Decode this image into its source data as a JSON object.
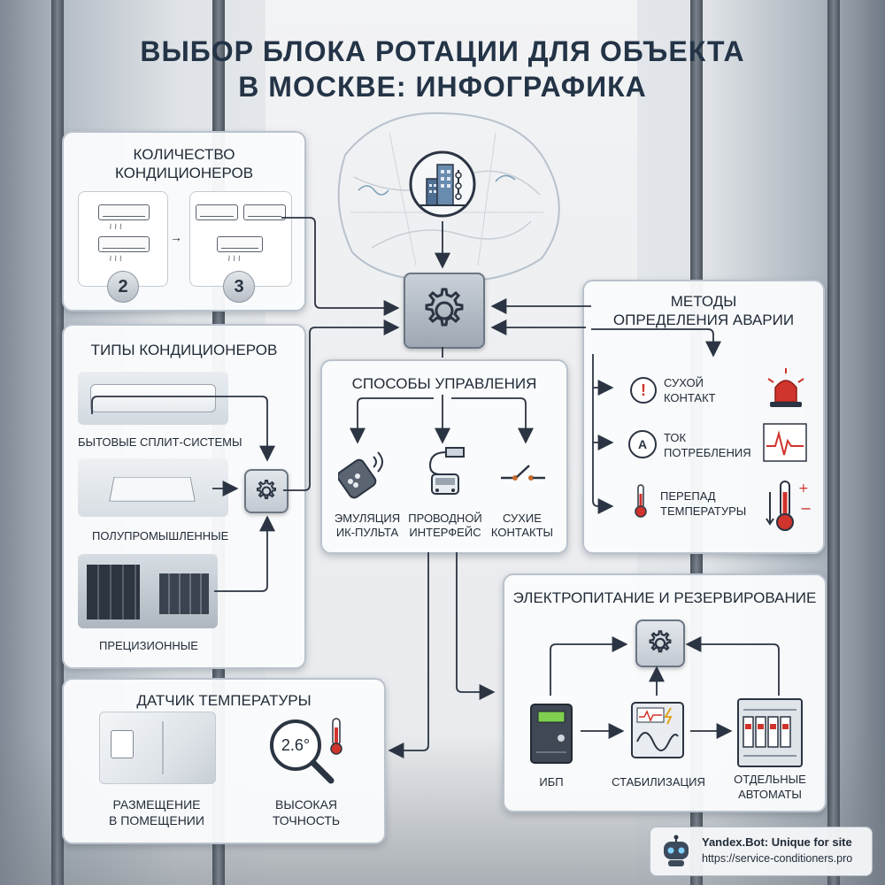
{
  "title": {
    "line1": "ВЫБОР БЛОКА РОТАЦИИ ДЛЯ ОБЪЕКТА",
    "line2": "В МОСКВЕ: ИНФОГРАФИКА"
  },
  "count_card": {
    "title_line1": "КОЛИЧЕСТВО",
    "title_line2": "КОНДИЦИОНЕРОВ",
    "badge_a": "2",
    "badge_b": "3"
  },
  "types_card": {
    "title": "ТИПЫ КОНДИЦИОНЕРОВ",
    "items": [
      {
        "label": "БЫТОВЫЕ СПЛИТ-СИСТЕМЫ"
      },
      {
        "label": "ПОЛУПРОМЫШЛЕННЫЕ"
      },
      {
        "label": "ПРЕЦИЗИОННЫЕ"
      }
    ]
  },
  "control_card": {
    "title": "СПОСОБЫ УПРАВЛЕНИЯ",
    "items": [
      {
        "line1": "ЭМУЛЯЦИЯ",
        "line2": "ИК-ПУЛЬТА"
      },
      {
        "line1": "ПРОВОДНОЙ",
        "line2": "ИНТЕРФЕЙС"
      },
      {
        "line1": "СУХИЕ",
        "line2": "КОНТАКТЫ"
      }
    ]
  },
  "failure_card": {
    "title_line1": "МЕТОДЫ",
    "title_line2": "ОПРЕДЕЛЕНИЯ АВАРИИ",
    "items": [
      {
        "line1": "СУХОЙ",
        "line2": "КОНТАКТ",
        "icon": "exclamation-icon"
      },
      {
        "line1": "ТОК",
        "line2": "ПОТРЕБЛЕНИЯ",
        "icon": "ammeter-icon"
      },
      {
        "line1": "ПЕРЕПАД",
        "line2": "ТЕМПЕРАТУРЫ",
        "icon": "thermometer-icon"
      }
    ]
  },
  "power_card": {
    "title": "ЭЛЕКТРОПИТАНИЕ И РЕЗЕРВИРОВАНИЕ",
    "items": [
      {
        "line1": "ИБП"
      },
      {
        "line1": "СТАБИЛИЗАЦИЯ"
      },
      {
        "line1": "ОТДЕЛЬНЫЕ",
        "line2": "АВТОМАТЫ"
      }
    ]
  },
  "sensor_card": {
    "title": "ДАТЧИК ТЕМПЕРАТУРЫ",
    "reading": "2.6°",
    "items": [
      {
        "line1": "РАЗМЕЩЕНИЕ",
        "line2": "В ПОМЕЩЕНИИ"
      },
      {
        "line1": "ВЫСОКАЯ",
        "line2": "ТОЧНОСТЬ"
      }
    ]
  },
  "watermark": {
    "line1": "Yandex.Bot: Unique for site",
    "line2": "https://service-conditioners.pro"
  },
  "colors": {
    "accent_dark": "#243447",
    "alarm_red": "#d0342c",
    "arrow": "#2b3442"
  }
}
